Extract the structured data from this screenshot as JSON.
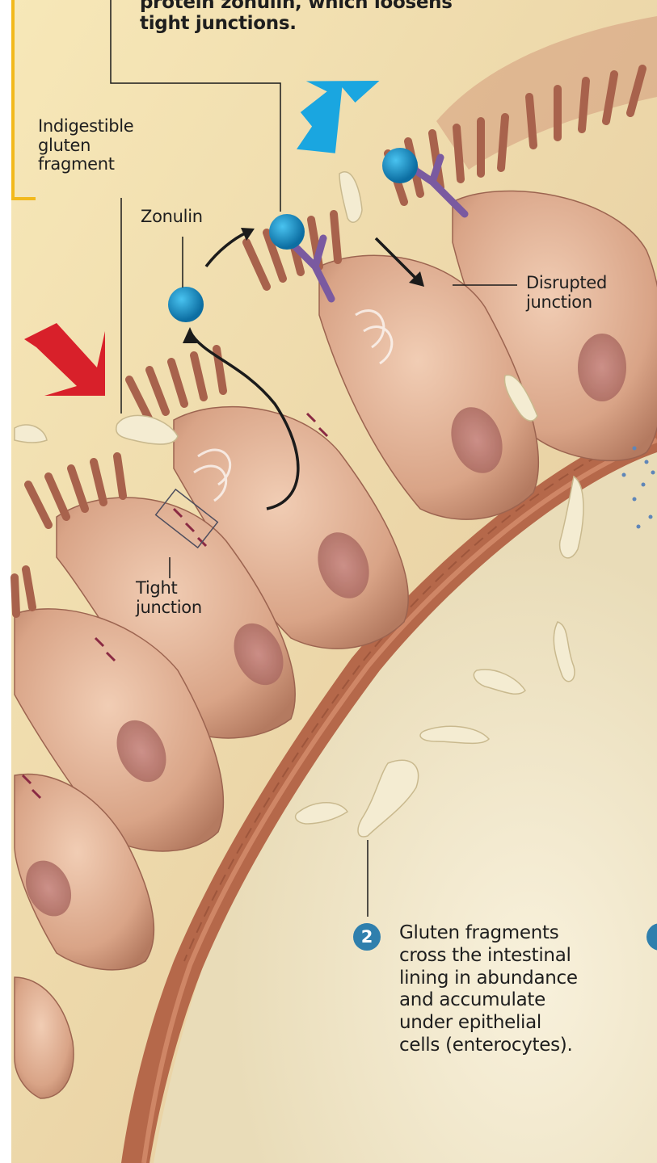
{
  "captions": {
    "top": "protein zonulin, which loosens\ntight junctions.",
    "step2_number": "2",
    "step2": "Gluten fragments\ncross the intestinal\nlining in abundance\nand accumulate\nunder epithelial\ncells (enterocytes)."
  },
  "labels": {
    "indigestible": "Indigestible\ngluten\nfragment",
    "zonulin": "Zonulin",
    "disrupted": "Disrupted\njunction",
    "tight": "Tight\njunction"
  },
  "colors": {
    "background": "#f1e8cf",
    "cell": "#d9a487",
    "muscle": "#b5684a",
    "zonulin": "#1a8fc4",
    "receptor": "#7a5aa0",
    "gluten": "#f4ecd2",
    "arrow_red": "#d8202a",
    "arrow_blue": "#1aa6e0",
    "accent": "#f2b91c",
    "badge": "#2f7fad"
  }
}
